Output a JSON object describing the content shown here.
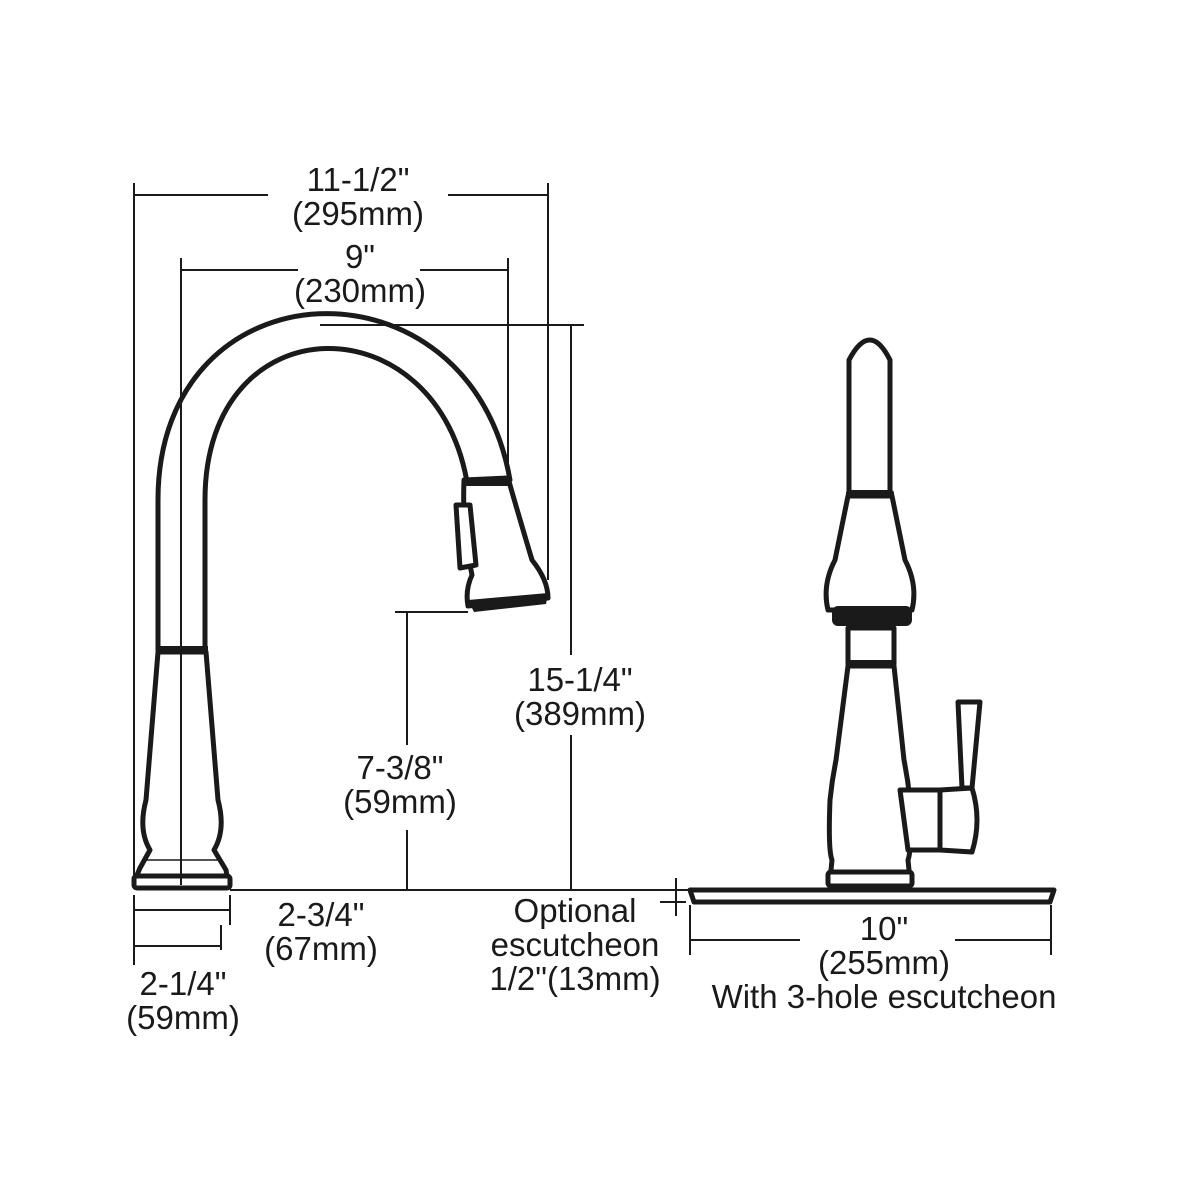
{
  "dimensions": {
    "overall_width": {
      "imperial": "11-1/2\"",
      "metric": "(295mm)"
    },
    "spout_reach": {
      "imperial": "9\"",
      "metric": "(230mm)"
    },
    "overall_height": {
      "imperial": "15-1/4\"",
      "metric": "(389mm)"
    },
    "spout_clearance": {
      "imperial": "7-3/8\"",
      "metric": "(59mm)"
    },
    "base_depth": {
      "imperial": "2-3/4\"",
      "metric": "(67mm)"
    },
    "base_diameter": {
      "imperial": "2-1/4\"",
      "metric": "(59mm)"
    },
    "escutcheon_thickness": {
      "line1": "Optional",
      "line2": "escutcheon",
      "line3": "1/2\"(13mm)"
    },
    "escutcheon_width": {
      "imperial": "10\"",
      "metric": "(255mm)",
      "note": "With 3-hole escutcheon"
    }
  }
}
